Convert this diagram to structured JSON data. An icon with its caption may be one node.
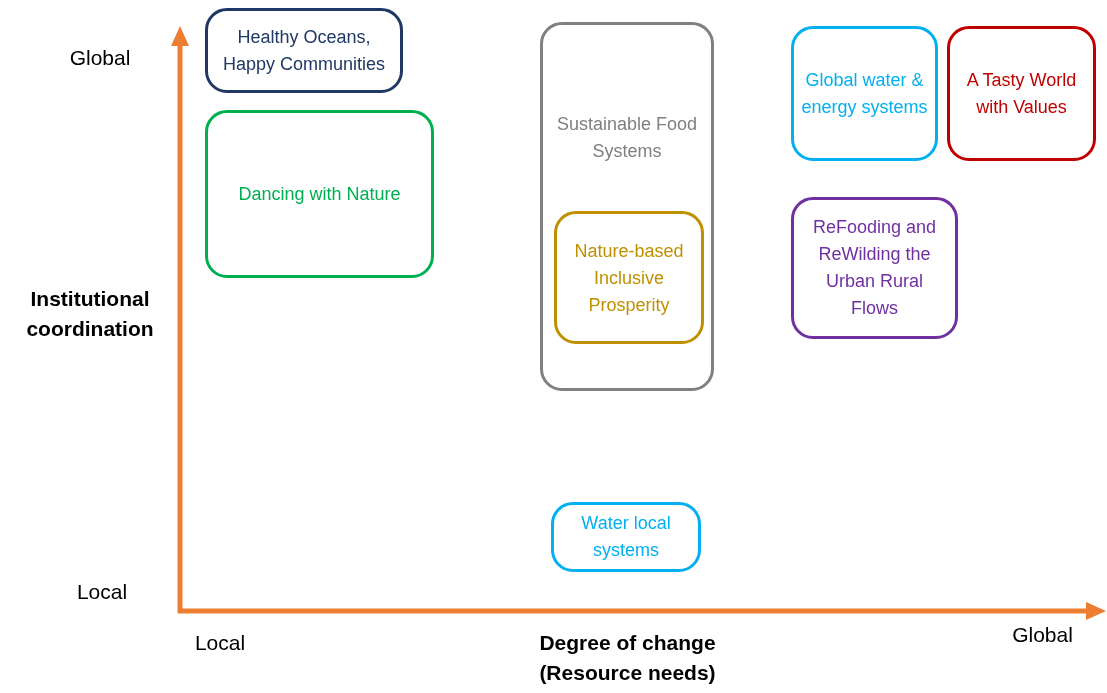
{
  "diagram": {
    "nodes": [
      {
        "text": [
          "Healthy Oceans, Happy Communities"
        ]
      },
      {
        "text": [
          "Dancing with Nature"
        ]
      },
      {
        "text": [
          "Sustainable Food Systems"
        ]
      },
      {
        "text": [
          "Nature-based Inclusive Prosperity"
        ],
        "in": 2
      },
      {
        "text": [
          "Global water & energy systems"
        ]
      },
      {
        "text": [
          "A Tasty World with Values"
        ]
      },
      {
        "text": [
          "ReFooding and ReWilding the Urban Rural Flows"
        ]
      },
      {
        "text": [
          "Water local systems"
        ]
      }
    ],
    "edges": [],
    "labels": [
      "Global",
      "Institutional coordination",
      "Local",
      "Local",
      "Degree of change (Resource needs)",
      "Global"
    ]
  }
}
